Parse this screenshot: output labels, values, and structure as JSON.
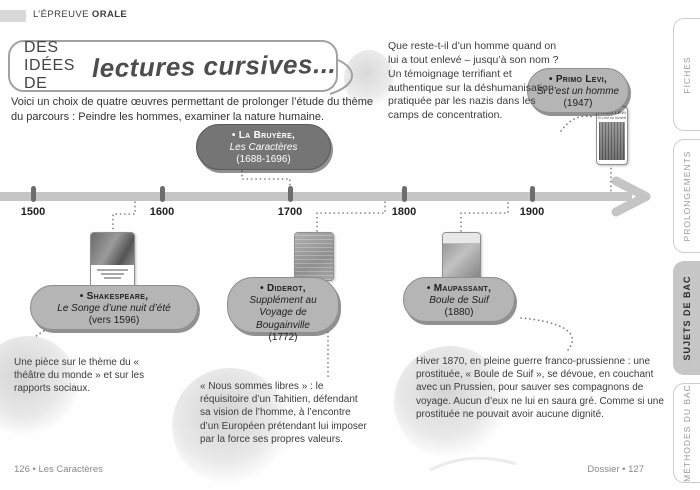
{
  "header": {
    "strip_regular": "L’ÉPREUVE ",
    "strip_bold": "ORALE"
  },
  "title_bubble": {
    "prefix": "DES IDÉES DE",
    "handwritten": "lectures cursives..."
  },
  "intro": "Voici un choix de quatre œuvres permettant de prolonger l’étude du thème du parcours : Peindre les hommes, examiner la nature humaine.",
  "timeline": {
    "years": [
      "1500",
      "1600",
      "1700",
      "1800",
      "1900"
    ]
  },
  "works": [
    {
      "author": "• La Bruyère,",
      "title": "Les Caractères",
      "year": "(1688-1696)"
    },
    {
      "author": "• Shakespeare,",
      "title": "Le Songe d’une nuit d’été",
      "year": "(vers 1596)"
    },
    {
      "author": "• Diderot,",
      "title": "Supplément au Voyage de Bougainville",
      "year": "(1772)"
    },
    {
      "author": "• Maupassant,",
      "title": "Boule de Suif",
      "year": "(1880)"
    },
    {
      "author": "• Primo Levi,",
      "title": "Si c’est un homme",
      "year": "(1947)"
    }
  ],
  "covers": {
    "primo_levi_author": "PRIMO LEVI",
    "primo_levi_title": "Si c’est un homme"
  },
  "notes": {
    "primo_levi": "Que reste-t-il d’un homme quand on lui a tout enlevé – jusqu’à son nom ?\nUn témoignage terrifiant et authentique sur la déshumanisation pratiquée par les nazis dans les camps de concentration.",
    "shakespeare": "Une pièce sur le thème du « théâtre du monde » et sur les rapports sociaux.",
    "diderot": "« Nous sommes libres » : le réquisitoire d’un Tahitien, défendant sa vision de l’homme, à l’encontre d’un Européen prétendant lui imposer par la force ses propres valeurs.",
    "maupassant": "Hiver 1870, en pleine guerre franco-prussienne : une prostituée, « Boule de Suif », se dévoue, en couchant avec un Prussien, pour sauver ses compagnons de voyage. Aucun d’eux ne lui en saura gré. Comme si une prostituée ne pouvait avoir aucune dignité."
  },
  "tabs": [
    {
      "label": "FICHES",
      "active": false
    },
    {
      "label": "PROLONGEMENTS",
      "active": false
    },
    {
      "label": "SUJETS DE BAC",
      "active": true
    },
    {
      "label": "MÉTHODES DU BAC",
      "active": false
    }
  ],
  "footer": {
    "left": "126 • Les Caractères",
    "right": "Dossier • 127"
  },
  "colors": {
    "pill_dark": "#757575",
    "pill_light": "#b5b5b5",
    "timeline_bar": "#c5c5c5",
    "tab_active_bg": "#c6c6c6",
    "dotted_connector": "#7a7a7a"
  }
}
